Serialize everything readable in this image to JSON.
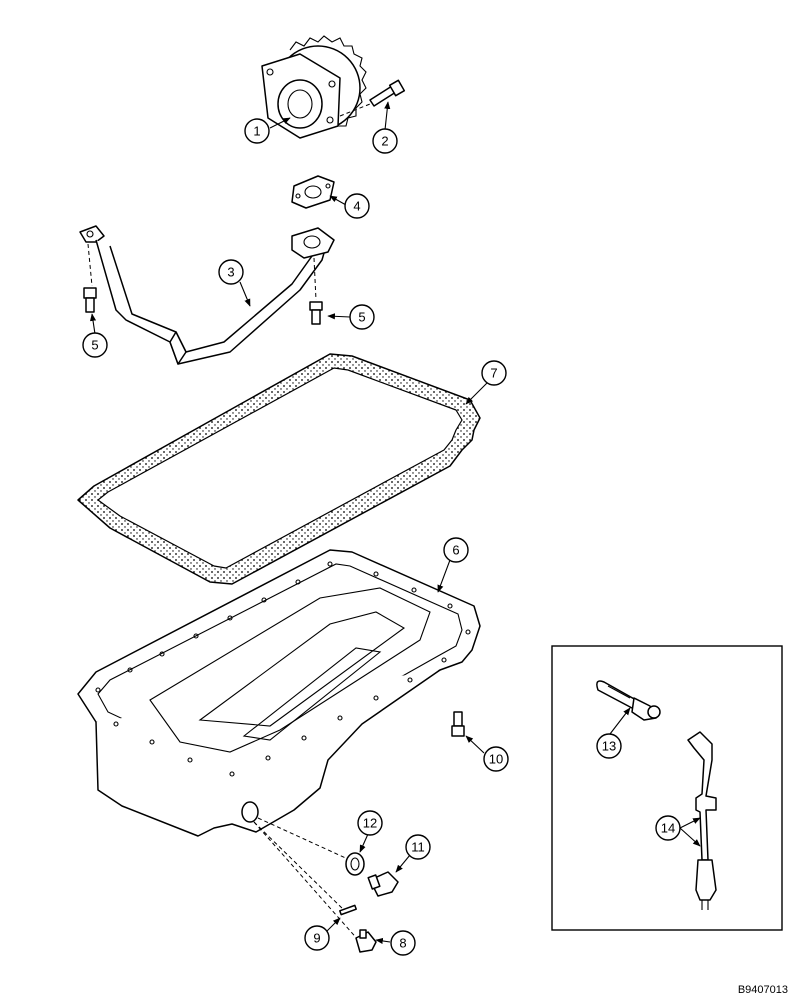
{
  "figure_id": "B9407013",
  "callouts": {
    "c1": "1",
    "c2": "2",
    "c3": "3",
    "c4": "4",
    "c5a": "5",
    "c5b": "5",
    "c6": "6",
    "c7": "7",
    "c8": "8",
    "c9": "9",
    "c10": "10",
    "c11": "11",
    "c12": "12",
    "c13": "13",
    "c14": "14"
  }
}
